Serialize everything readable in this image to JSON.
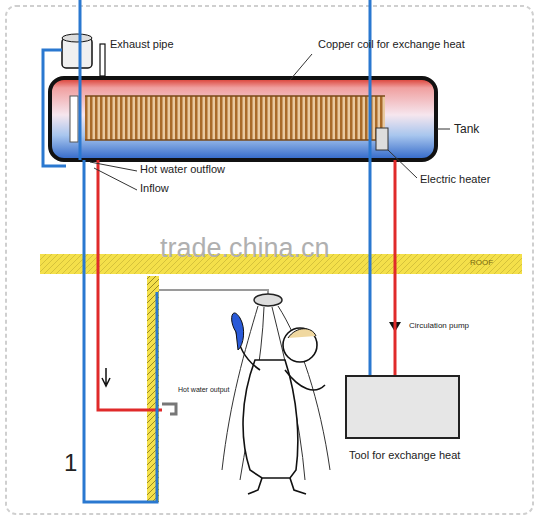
{
  "diagram": {
    "nodes": [
      {
        "text": [
          "Tank"
        ]
      },
      {
        "text": [
          "Tool for exchange heat"
        ]
      }
    ],
    "edges": [
      {
        "from": 0,
        "to": 1,
        "arrow": "none"
      },
      {
        "from": 1,
        "to": 0,
        "arrow": "none"
      }
    ],
    "labels": [
      "Exhaust pipe",
      "Copper coil for exchange heat",
      "Hot water outflow",
      "Inflow",
      "Electric heater",
      "trade.china.cn",
      "ROOF",
      "Circulation pump",
      "Hot water output",
      "1"
    ]
  }
}
